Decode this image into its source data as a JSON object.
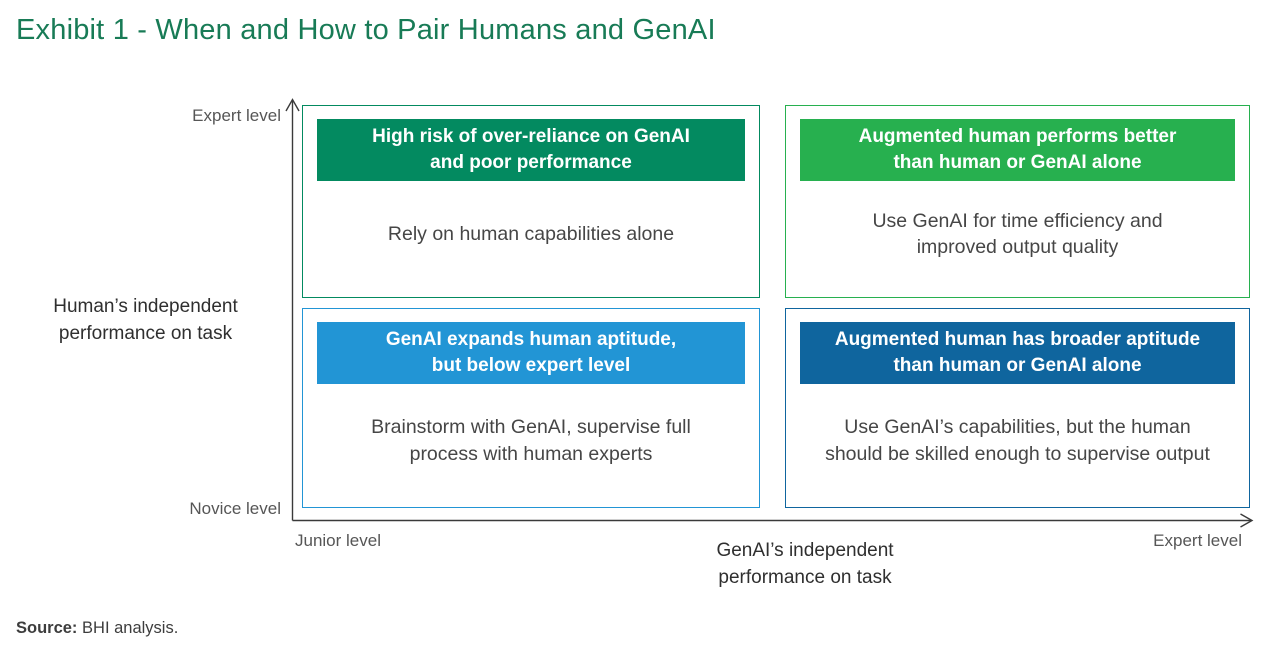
{
  "title": "Exhibit 1 - When and How to Pair Humans and GenAI",
  "colors": {
    "title_green": "#187B56",
    "axis_line": "#3a3a3a",
    "quadrant_top_left": "#038A60",
    "quadrant_top_right": "#27B04F",
    "quadrant_bottom_left": "#2295D5",
    "quadrant_bottom_right": "#0F659E"
  },
  "axes": {
    "y": {
      "title": "Human’s independent\nperformance on task",
      "top_label": "Expert level",
      "bottom_label": "Novice level"
    },
    "x": {
      "title": "GenAI’s independent\nperformance on task",
      "left_label": "Junior level",
      "right_label": "Expert level"
    }
  },
  "quadrants": {
    "top_left": {
      "header": "High risk of over-reliance on GenAI\nand poor performance",
      "body": "Rely on human capabilities alone",
      "color": "#038A60"
    },
    "top_right": {
      "header": "Augmented human performs better\nthan human or GenAI alone",
      "body": "Use GenAI for time efficiency and\nimproved output quality",
      "color": "#27B04F"
    },
    "bottom_left": {
      "header": "GenAI expands human aptitude,\nbut below expert level",
      "body": "Brainstorm with GenAI, supervise full\nprocess with human experts",
      "color": "#2295D5"
    },
    "bottom_right": {
      "header": "Augmented human has broader aptitude\nthan human or GenAI alone",
      "body": "Use GenAI’s capabilities, but the human\nshould be skilled enough to supervise output",
      "color": "#0F659E"
    }
  },
  "source": {
    "label": "Source:",
    "text": " BHI analysis."
  }
}
